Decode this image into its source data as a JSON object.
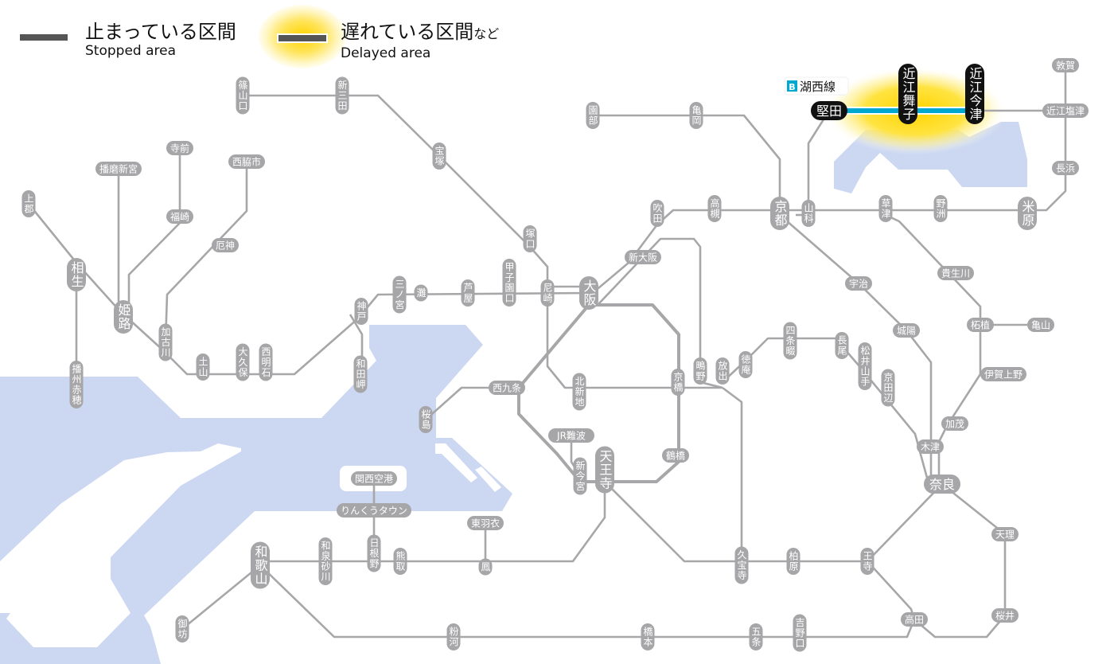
{
  "legend": {
    "stopped_jp": "止まっている区間",
    "stopped_en": "Stopped area",
    "delayed_jp": "遅れている区間",
    "delayed_suffix": "など",
    "delayed_en": "Delayed area"
  },
  "colors": {
    "line": "#a7a7a9",
    "station": "#a6a6a8",
    "water": "#ccd8f2",
    "delayed_line": "#00a8d0",
    "delayed_glow": "#ffd400",
    "affected_station": "#111111"
  },
  "affected_line": {
    "badge": "B",
    "name": "湖西線"
  },
  "stations": [
    "篠山口",
    "新三田",
    "宝塚",
    "塚口",
    "尼崎",
    "大阪",
    "新大阪",
    "吹田",
    "高槻",
    "京都",
    "山科",
    "草津",
    "野洲",
    "米原",
    "長浜",
    "近江塩津",
    "敦賀",
    "堅田",
    "近江舞子",
    "近江今津",
    "園部",
    "亀岡",
    "宇治",
    "城陽",
    "貴生川",
    "柘植",
    "亀山",
    "伊賀上野",
    "加茂",
    "木津",
    "奈良",
    "天理",
    "桜井",
    "高田",
    "王寺",
    "柏原",
    "久宝寺",
    "放出",
    "鴫野",
    "京橋",
    "北新地",
    "JR難波",
    "新今宮",
    "天王寺",
    "鶴橋",
    "西九条",
    "桜島",
    "四条畷",
    "徳庵",
    "長尾",
    "松井山手",
    "京田辺",
    "東羽衣",
    "鳳",
    "熊取",
    "日根野",
    "りんくうタウン",
    "関西空港",
    "和泉砂川",
    "和歌山",
    "御坊",
    "粉河",
    "橋本",
    "五条",
    "吉野口",
    "神戸",
    "三ノ宮",
    "灘",
    "芦屋",
    "甲子園口",
    "和田岬",
    "西明石",
    "大久保",
    "土山",
    "加古川",
    "厄神",
    "西脇市",
    "福崎",
    "寺前",
    "播磨新宮",
    "姫路",
    "相生",
    "上郡",
    "播州赤穂"
  ]
}
